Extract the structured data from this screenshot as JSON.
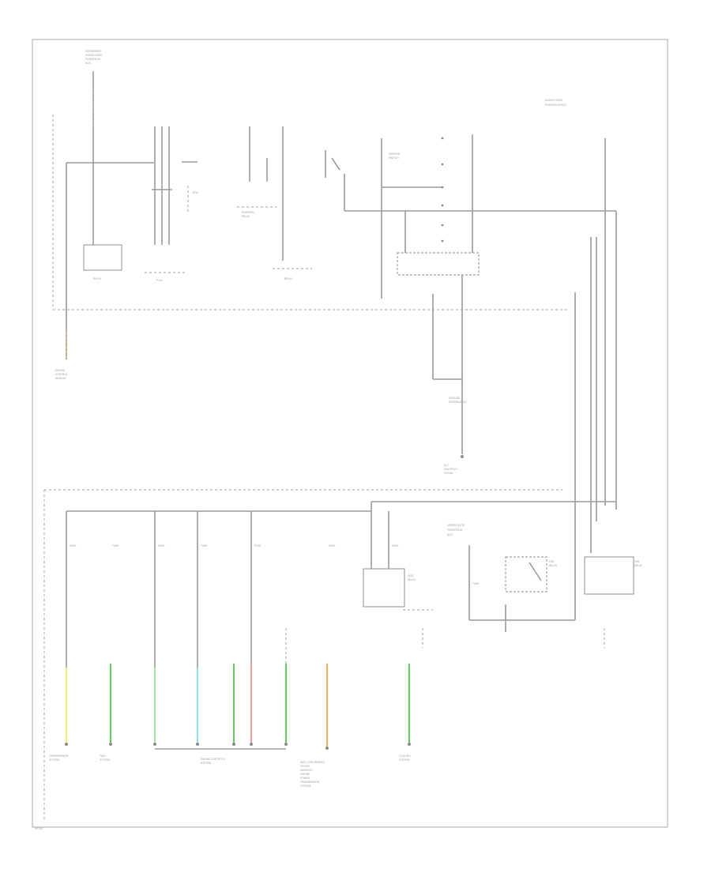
{
  "labels": {
    "top_fuse_box": [
      "PASSENGER",
      "UNDER-DASH",
      "FUSE/RELAY",
      "BOX"
    ],
    "right_fuse_box": [
      "UNDER-HOOD",
      "FUSE/RELAY BOX"
    ],
    "relay_1": "RELAY",
    "relay_2": "RELAY",
    "pcm": "PCM",
    "ecm": "ECM",
    "emission_relay": [
      "EMISSION",
      "RELAY"
    ],
    "ignition_switch": [
      "IGNITION",
      "SWITCH"
    ],
    "engine_control_left": [
      "ENGINE",
      "CONTROL",
      "MODULE"
    ],
    "ground_ref": [
      "GROUND",
      "DISTRIBUTION"
    ],
    "data_link": [
      "DLC",
      "MULTIPLEX",
      "SIGNAL"
    ],
    "lower_relay_box": [
      "UNDER-HOOD",
      "FUSE/RELAY",
      "BOX"
    ],
    "fan_relay_1": [
      "FAN",
      "RELAY"
    ],
    "fan_relay_2": [
      "FAN",
      "RELAY"
    ],
    "fuel_relay": [
      "FUEL",
      "RELAY"
    ],
    "fuse_tags": [
      "FUSE",
      "FUSE",
      "FUSE",
      "FUSE",
      "FUSE",
      "FUSE",
      "FUSE",
      "FUSE"
    ],
    "bottom_transmission": [
      "TRANSMISSION",
      "SYSTEM"
    ],
    "bottom_fuel": [
      "FUEL",
      "SYSTEM"
    ],
    "bottom_engine": [
      "ENGINE CONTROLS",
      "SYSTEM"
    ],
    "bottom_multi": [
      "ANTI-LOCK BRAKES",
      "CRUISE",
      "EMISSION",
      "ENGINE",
      "POWER",
      "TRANSMISSION",
      "SYSTEM"
    ],
    "bottom_cooling": [
      "COOLING",
      "SYSTEM"
    ],
    "corner_code": "W1234"
  },
  "colors": {
    "wire_yellow": "#f4ee7a",
    "wire_green": "#5fd05f",
    "wire_lightgreen": "#a5e6a5",
    "wire_cyan": "#8fe0ee",
    "wire_red": "#f29a9a",
    "wire_orange": "#f0b060",
    "line": "#9a9a9a"
  }
}
